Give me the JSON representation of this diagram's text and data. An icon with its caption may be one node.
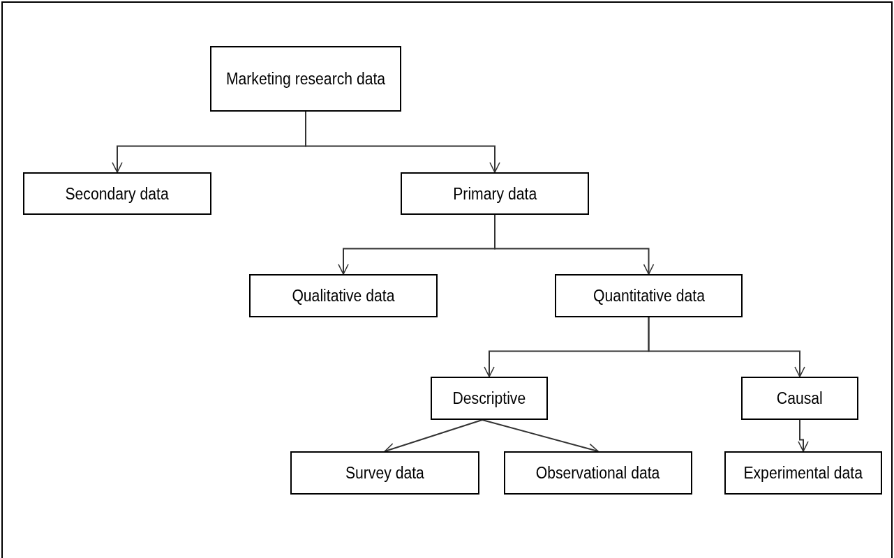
{
  "diagram": {
    "nodes": [
      {
        "text": [
          "Marketing research data"
        ]
      },
      {
        "text": [
          "Secondary data"
        ]
      },
      {
        "text": [
          "Primary data"
        ]
      },
      {
        "text": [
          "Qualitative data"
        ]
      },
      {
        "text": [
          "Quantitative data"
        ]
      },
      {
        "text": [
          "Descriptive"
        ]
      },
      {
        "text": [
          "Causal"
        ]
      },
      {
        "text": [
          "Survey data"
        ]
      },
      {
        "text": [
          "Observational data"
        ]
      },
      {
        "text": [
          "Experimental data"
        ]
      }
    ],
    "edges": [
      {
        "from": 0,
        "to": 1,
        "arrow": "to"
      },
      {
        "from": 0,
        "to": 2,
        "arrow": "to"
      },
      {
        "from": 2,
        "to": 3,
        "arrow": "to"
      },
      {
        "from": 2,
        "to": 4,
        "arrow": "to"
      },
      {
        "from": 4,
        "to": 5,
        "arrow": "to"
      },
      {
        "from": 4,
        "to": 6,
        "arrow": "to"
      },
      {
        "from": 5,
        "to": 7,
        "arrow": "to"
      },
      {
        "from": 5,
        "to": 8,
        "arrow": "to"
      },
      {
        "from": 6,
        "to": 9,
        "arrow": "to"
      }
    ]
  }
}
